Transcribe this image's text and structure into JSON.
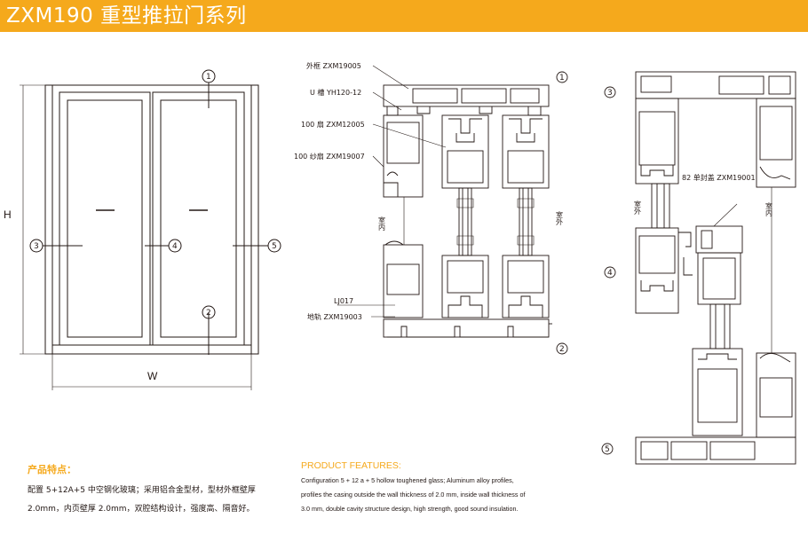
{
  "header": {
    "title": "ZXM190 重型推拉门系列"
  },
  "elevation": {
    "height_label": "H",
    "width_label": "W",
    "markers": [
      "1",
      "2",
      "3",
      "4",
      "5"
    ]
  },
  "section_labels": {
    "outer_frame": "外框 ZXM19005",
    "u_channel": "U 槽 YH120-12",
    "sash": "100 扇 ZXM12005",
    "screen_sash": "100 纱扇 ZXM19007",
    "lj": "LJ017",
    "track": "地轨 ZXM19003",
    "single_cover": "82 单封盖 ZXM19001",
    "indoor": "室内",
    "outdoor": "室外"
  },
  "features_zh": {
    "title": "产品特点：",
    "line1": "配置 5+12A+5 中空钢化玻璃；采用铝合金型材，型材外框壁厚",
    "line2": "2.0mm，内页壁厚 2.0mm，双腔结构设计，强度高、隔音好。"
  },
  "features_en": {
    "title": "PRODUCT FEATURES:",
    "line1": "Configuration 5 + 12 a + 5 hollow toughened glass; Aluminum alloy profiles,",
    "line2": "profiles the casing outside the wall thickness of 2.0 mm, inside wall thickness of",
    "line3": "3.0 mm, double cavity structure design, high strength, good sound insulation."
  },
  "colors": {
    "accent": "#f5a91c",
    "ink": "#231815"
  }
}
